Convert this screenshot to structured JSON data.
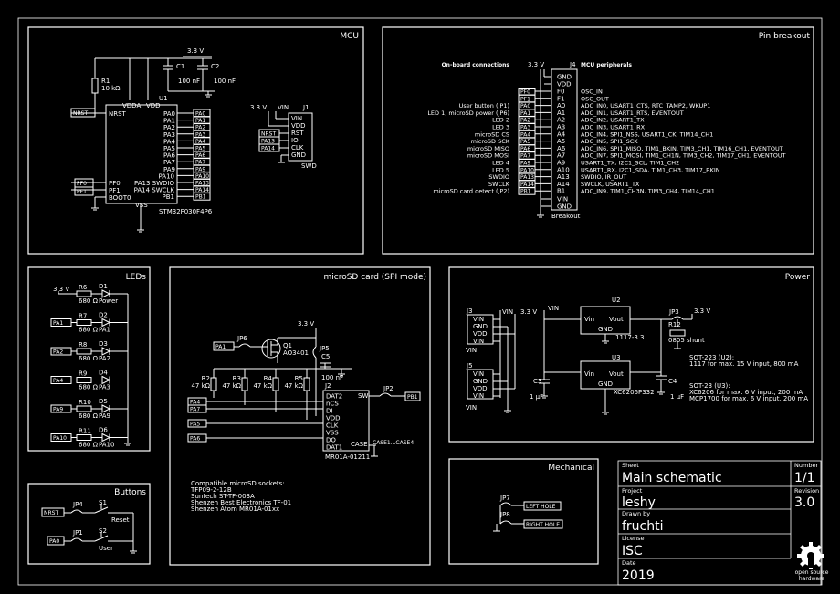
{
  "sections": {
    "mcu": "MCU",
    "pin_breakout": "Pin breakout",
    "leds": "LEDs",
    "microsd": "microSD card (SPI mode)",
    "power": "Power",
    "buttons": "Buttons",
    "mechanical": "Mechanical"
  },
  "mcu": {
    "v33": "3.3 V",
    "r1": "R1",
    "r1_val": "10 kΩ",
    "c1": "C1",
    "c1_val": "100 nF",
    "c2": "C2",
    "c2_val": "100 nF",
    "vdda": "VDDA",
    "vdd": "VDD",
    "u1": "U1",
    "nrst_port": "NRST",
    "nrst_pin": "NRST",
    "pins_left": [
      "PA0",
      "PA1",
      "PA2",
      "PA3",
      "PA4",
      "PA5",
      "PA6",
      "PA7",
      "PA9",
      "PA10",
      "PA13 SWDIO",
      "PA14 SWCLK",
      "PB1"
    ],
    "ports_right": [
      "PA0",
      "PA1",
      "PA2",
      "PA3",
      "PA4",
      "PA5",
      "PA6",
      "PA7",
      "PA9",
      "PA10",
      "PA13",
      "PA14",
      "PB1"
    ],
    "pf0": "PF0",
    "pf1": "PF1",
    "boot0": "BOOT0",
    "vss": "VSS",
    "part": "STM32F030F4P6",
    "j1": "J1",
    "j1_v33": "3.3 V",
    "j1_vin": "VIN",
    "j1_pins": [
      "VIN",
      "VDD",
      "RST",
      "IO",
      "CLK",
      "GND"
    ],
    "j1_ports": [
      "NRST",
      "PA13",
      "PA14"
    ],
    "j1_name": "SWD"
  },
  "breakout": {
    "onboard": "On-board connections",
    "periph": "MCU peripherals",
    "v33": "3.3 V",
    "j4": "J4",
    "top_pins": [
      "GND",
      "VDD"
    ],
    "rows": [
      {
        "left": "",
        "port": "PF0",
        "pin": "F0",
        "func": "OSC_IN"
      },
      {
        "left": "",
        "port": "PF1",
        "pin": "F1",
        "func": "OSC_OUT"
      },
      {
        "left": "User button (JP1)",
        "port": "PA0",
        "pin": "A0",
        "func": "ADC_IN0, USART1_CTS, RTC_TAMP2, WKUP1"
      },
      {
        "left": "LED 1, microSD power (JP6)",
        "port": "PA1",
        "pin": "A1",
        "func": "ADC_IN1, USART1_RTS, EVENTOUT"
      },
      {
        "left": "LED 2",
        "port": "PA2",
        "pin": "A2",
        "func": "ADC_IN2, USART1_TX"
      },
      {
        "left": "LED 3",
        "port": "PA3",
        "pin": "A3",
        "func": "ADC_IN3, USART1_RX"
      },
      {
        "left": "microSD CS",
        "port": "PA4",
        "pin": "A4",
        "func": "ADC_IN4, SPI1_NSS, USART1_CK, TIM14_CH1"
      },
      {
        "left": "microSD SCK",
        "port": "PA5",
        "pin": "A5",
        "func": "ADC_IN5, SPI1_SCK"
      },
      {
        "left": "microSD MISO",
        "port": "PA6",
        "pin": "A6",
        "func": "ADC_IN6, SPI1_MISO, TIM1_BKIN, TIM3_CH1, TIM16_CH1, EVENTOUT"
      },
      {
        "left": "microSD MOSI",
        "port": "PA7",
        "pin": "A7",
        "func": "ADC_IN7, SPI1_MOSI, TIM1_CH1N, TIM3_CH2, TIM17_CH1, EVENTOUT"
      },
      {
        "left": "LED 4",
        "port": "PA9",
        "pin": "A9",
        "func": "USART1_TX, I2C1_SCL, TIM1_CH2"
      },
      {
        "left": "LED 5",
        "port": "PA10",
        "pin": "A10",
        "func": "USART1_RX, I2C1_SDA, TIM1_CH3, TIM17_BKIN"
      },
      {
        "left": "SWDIO",
        "port": "PA13",
        "pin": "A13",
        "func": "SWDIO, IR_OUT"
      },
      {
        "left": "SWCLK",
        "port": "PA14",
        "pin": "A14",
        "func": "SWCLK, USART1_TX"
      },
      {
        "left": "microSD card detect (JP2)",
        "port": "PB1",
        "pin": "B1",
        "func": "ADC_IN9, TIM1_CH3N, TIM3_CH4, TIM14_CH1"
      }
    ],
    "bottom_pins": [
      "VIN",
      "GND"
    ],
    "name": "Breakout"
  },
  "leds": {
    "v33": "3.3 V",
    "items": [
      {
        "r": "R6",
        "rv": "680 Ω",
        "d": "D1",
        "dl": "Power",
        "port": ""
      },
      {
        "r": "R7",
        "rv": "680 Ω",
        "d": "D2",
        "dl": "PA1",
        "port": "PA1"
      },
      {
        "r": "R8",
        "rv": "680 Ω",
        "d": "D3",
        "dl": "PA2",
        "port": "PA2"
      },
      {
        "r": "R9",
        "rv": "680 Ω",
        "d": "D4",
        "dl": "PA3",
        "port": "PA4"
      },
      {
        "r": "R10",
        "rv": "680 Ω",
        "d": "D5",
        "dl": "PA9",
        "port": "PA9"
      },
      {
        "r": "R11",
        "rv": "680 Ω",
        "d": "D6",
        "dl": "PA10",
        "port": "PA10"
      }
    ]
  },
  "sd": {
    "v33": "3.3 V",
    "pa1": "PA1",
    "jp6": "JP6",
    "q1": "Q1",
    "q1_val": "AO3401",
    "jp5": "JP5",
    "c5": "C5",
    "c5_val": "100 nF",
    "resistors": [
      {
        "n": "R2",
        "v": "47 kΩ"
      },
      {
        "n": "R3",
        "v": "47 kΩ"
      },
      {
        "n": "R4",
        "v": "47 kΩ"
      },
      {
        "n": "R5",
        "v": "47 kΩ"
      }
    ],
    "j2": "J2",
    "j2_pins": [
      "DAT2",
      "nCS",
      "DI",
      "VDD",
      "CLK",
      "VSS",
      "DO",
      "DAT1"
    ],
    "ports": [
      "PA4",
      "PA7",
      "PA5",
      "PA6"
    ],
    "sw": "SW",
    "jp2": "JP2",
    "pb1": "PB1",
    "case": "CASE",
    "shield": "CASE1...CASE4",
    "part": "MR01A-01211",
    "notes": [
      "Compatible microSD sockets:",
      "TFP09-2-12B",
      "Suntech ST-TF-003A",
      "Shenzen Best Electronics TF-01",
      "Shenzen Atom MR01A-01xx"
    ]
  },
  "power": {
    "j3": "J3",
    "j3_pins": [
      "VIN",
      "GND",
      "VDD",
      "VIN"
    ],
    "j3_label": "VIN",
    "j5": "J5",
    "j5_pins": [
      "VIN",
      "GND",
      "VDD",
      "VIN"
    ],
    "j5_label": "VIN",
    "vin1": "VIN",
    "vin2": "VIN",
    "v33a": "3.3 V",
    "v33b": "3.3 V",
    "u2": "U2",
    "u2_pins": [
      "Vin",
      "Vout",
      "GND"
    ],
    "u2_part": "1117-3.3",
    "u3": "U3",
    "u3_pins": [
      "Vin",
      "Vout",
      "GND"
    ],
    "u3_part": "XC6206P332",
    "jp3": "JP3",
    "r12": "R12",
    "r12_val": "0805 shunt",
    "c3": "C3",
    "c3_val": "1 µF",
    "c4": "C4",
    "c4_val": "1 µF",
    "notes1": [
      "SOT-223 (U2):",
      "1117 for max. 15 V input, 800 mA"
    ],
    "notes2": [
      "SOT-23 (U3):",
      "XC6206 for max. 6 V input, 200 mA",
      "MCP1700 for max. 6 V input, 200 mA"
    ]
  },
  "buttons": {
    "nrst": "NRST",
    "jp4": "JP4",
    "s1": "S1",
    "s1_label": "Reset",
    "pa0": "PA0",
    "jp1": "JP1",
    "s2": "S2",
    "s2_label": "User"
  },
  "mech": {
    "jp7": "JP7",
    "jp7_label": "LEFT HOLE",
    "jp8": "JP8",
    "jp8_label": "RIGHT HOLE"
  },
  "titleblock": {
    "sheet_label": "Sheet",
    "sheet": "Main schematic",
    "number_label": "Number",
    "number": "1/1",
    "project_label": "Project",
    "project": "leshy",
    "revision_label": "Revision",
    "revision": "3.0",
    "drawn_label": "Drawn by",
    "drawn": "fruchti",
    "license_label": "License",
    "license": "ISC",
    "date_label": "Date",
    "date": "2019",
    "oshw_1": "open source",
    "oshw_2": "hardware"
  }
}
